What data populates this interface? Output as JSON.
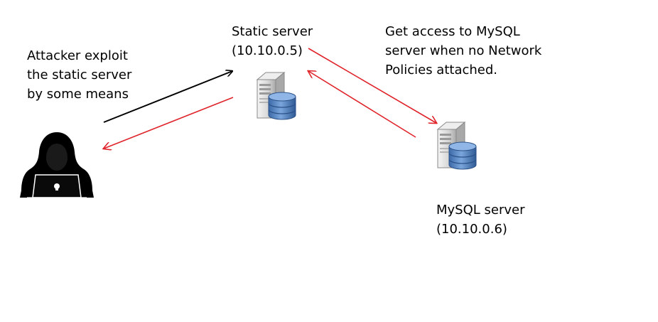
{
  "diagram": {
    "labels": {
      "attacker": [
        "Attacker exploit",
        "the static server",
        "by some means"
      ],
      "static_server": [
        "Static server",
        "(10.10.0.5)"
      ],
      "access_note": [
        "Get access to MySQL",
        "server when no Network",
        "Policies attached."
      ],
      "mysql_server": [
        "MySQL server",
        "(10.10.0.6)"
      ]
    },
    "colors": {
      "exploit_arrow": "#000000",
      "access_arrow": "#e0242b",
      "server_body": "#d8d8d8",
      "database": "#4a7ab8",
      "hacker": "#000000"
    },
    "icons": {
      "attacker": "hooded-hacker-icon",
      "static_server": "server-database-icon",
      "mysql_server": "server-database-icon"
    }
  }
}
